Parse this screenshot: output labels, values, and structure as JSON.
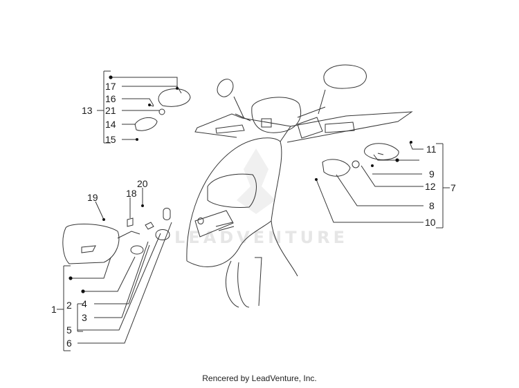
{
  "watermark": "LEADVENTURE",
  "credit": "Rencered by LeadVenture, Inc.",
  "callouts": [
    "1",
    "2",
    "3",
    "4",
    "5",
    "6",
    "7",
    "8",
    "9",
    "10",
    "11",
    "12",
    "13",
    "14",
    "15",
    "16",
    "17",
    "19",
    "20",
    "21",
    "18"
  ]
}
